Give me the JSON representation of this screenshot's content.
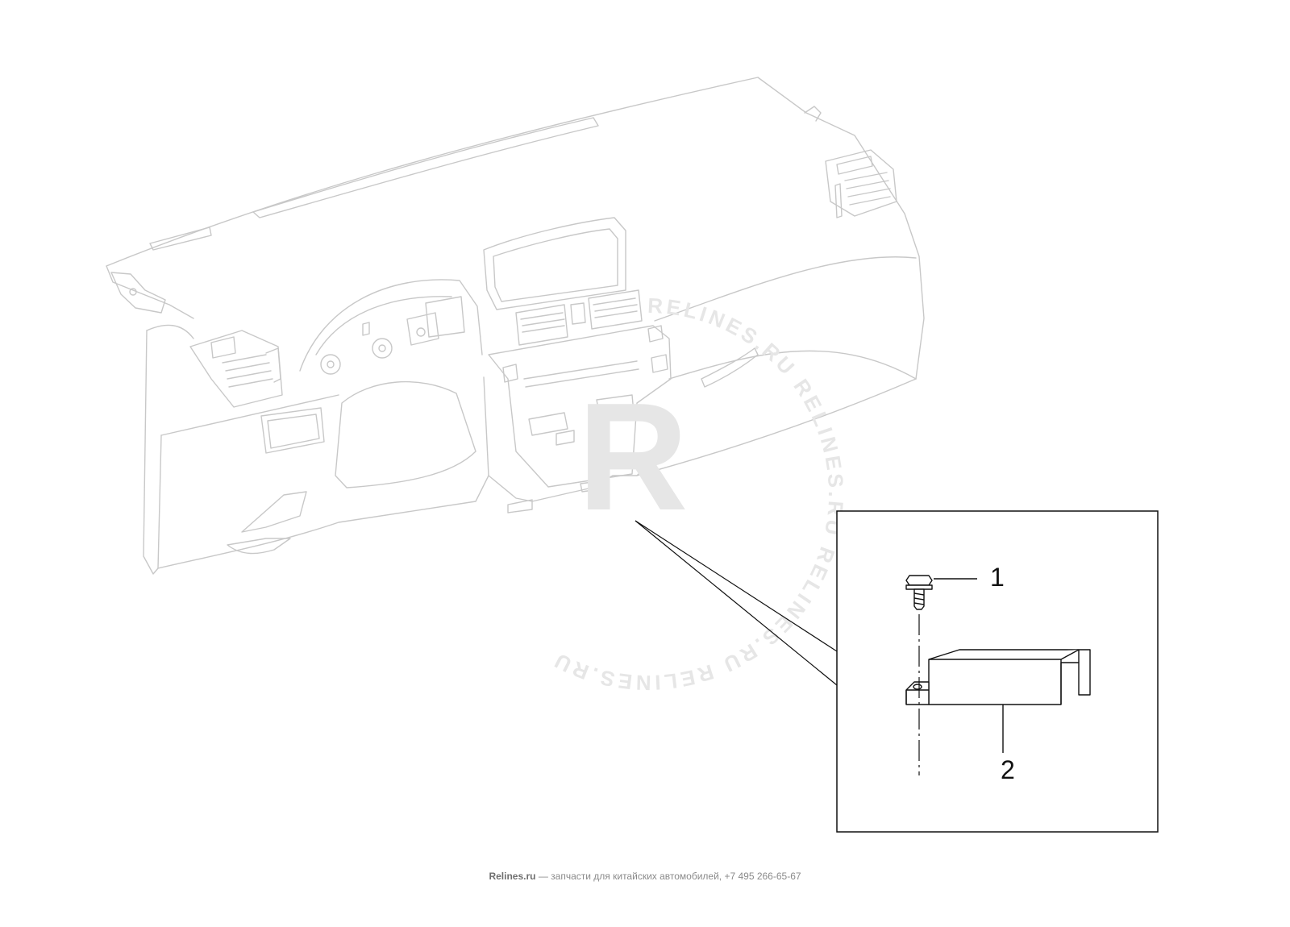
{
  "diagram": {
    "callouts": [
      {
        "number": "1",
        "part": "bolt-icon"
      },
      {
        "number": "2",
        "part": "bracket-icon"
      }
    ],
    "watermark": {
      "letter": "R",
      "ring_text": "RELINES.RU RELINES.RU RELINES.RU RELINES.RU "
    }
  },
  "colors": {
    "line": "#111111",
    "faded_line": "#c8c8c8",
    "watermark": "#e6e6e6",
    "footer_text": "#8a8a8a"
  },
  "footer": {
    "site": "Relines.ru",
    "tagline": " — запчасти для китайских автомобилей, +7 495 266-65-67"
  }
}
